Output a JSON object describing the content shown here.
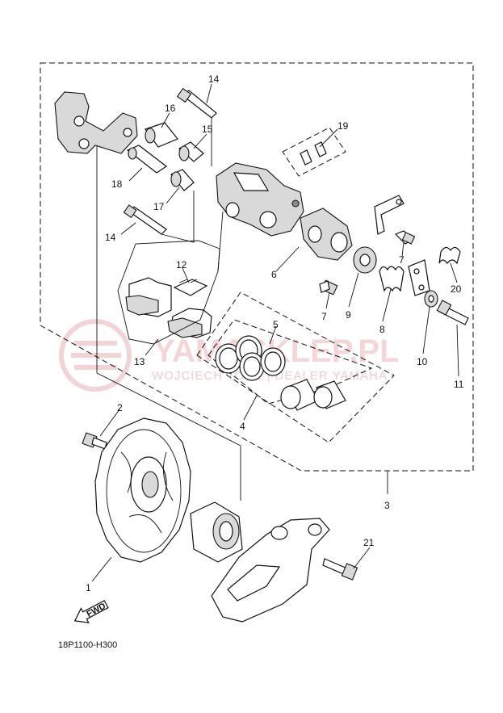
{
  "diagram_code": "18P1100-H300",
  "fwd_label": "FWD",
  "watermark": {
    "main": "YAMASKLEP.PL",
    "sub": "WOJCIECH TODZ | DEALER YAMAHA"
  },
  "callouts": {
    "c1": "1",
    "c2": "2",
    "c3": "3",
    "c4": "4",
    "c5": "5",
    "c6": "6",
    "c7a": "7",
    "c7b": "7",
    "c8": "8",
    "c9": "9",
    "c10": "10",
    "c11": "11",
    "c12": "12",
    "c13": "13",
    "c14a": "14",
    "c14b": "14",
    "c15": "15",
    "c16": "16",
    "c17": "17",
    "c18": "18",
    "c19": "19",
    "c20": "20",
    "c21": "21"
  }
}
